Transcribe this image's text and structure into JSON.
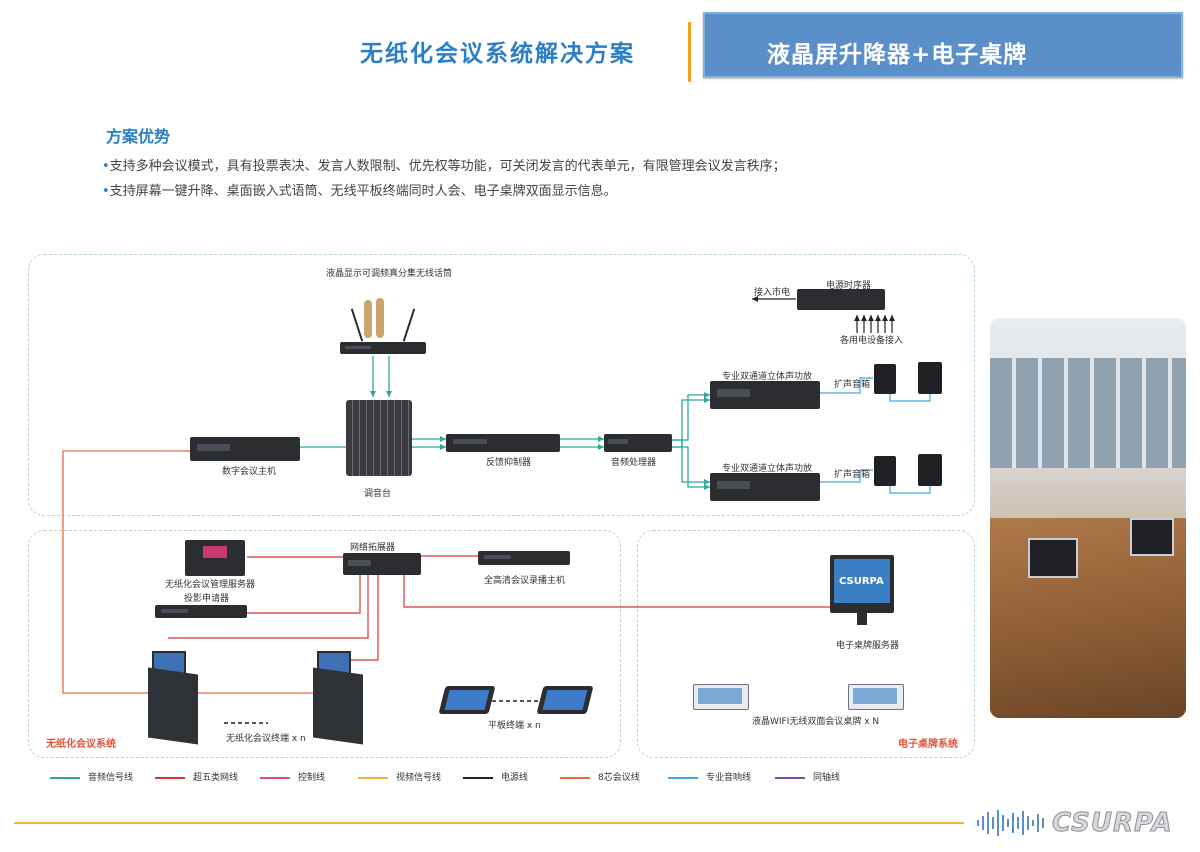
{
  "header": {
    "title": "无纸化会议系统解决方案",
    "subtitle": "液晶屏升降器+电子桌牌",
    "accent_color": "#5b8fc9"
  },
  "advantages": {
    "heading": "方案优势",
    "items": [
      "支持多种会议模式，具有投票表决、发言人数限制、优先权等功能，可关闭发言的代表单元，有限管理会议发言秩序；",
      "支持屏幕一键升降、桌面嵌入式语筒、无线平板终端同时人会、电子桌牌双面显示信息。"
    ]
  },
  "diagram": {
    "labels": {
      "wireless_mic": "液晶显示可调频真分集无线话筒",
      "mains": "接入市电",
      "power_sequencer": "电源时序器",
      "equipment_in": "各用电设备接入",
      "amp_top": "专业双通道立体声功放",
      "speaker_top": "扩声音箱",
      "amp_bottom": "专业双通道立体声功放",
      "speaker_bottom": "扩声音箱",
      "conf_host": "数字会议主机",
      "mixer": "调音台",
      "feedback": "反馈抑制器",
      "audio_proc": "音频处理器",
      "network": "网络拓展器",
      "paperless_server": "无纸化会议管理服务器",
      "projector": "投影申请器",
      "recorder": "全高清会议录播主机",
      "eplate_server": "电子桌牌服务器",
      "terminal": "无纸化会议终端 x n",
      "tablet": "平板终端 x n",
      "wifi_plate": "液晶WIFI无线双面会议桌牌 x N",
      "zone_paperless": "无纸化会议系统",
      "zone_eplate": "电子桌牌系统",
      "monitor_brand": "CSURPA"
    },
    "legend": [
      {
        "name": "音频信号线",
        "color": "#2fa89a"
      },
      {
        "name": "超五类网线",
        "color": "#d7343a"
      },
      {
        "name": "控制线",
        "color": "#d94c8a"
      },
      {
        "name": "视频信号线",
        "color": "#f0b43a"
      },
      {
        "name": "电源线",
        "color": "#222222"
      },
      {
        "name": "8芯会议线",
        "color": "#ee6a3c"
      },
      {
        "name": "专业音响线",
        "color": "#3da9de"
      },
      {
        "name": "同轴线",
        "color": "#7a4fa1"
      }
    ]
  },
  "footer": {
    "logo": "CSURPA"
  }
}
